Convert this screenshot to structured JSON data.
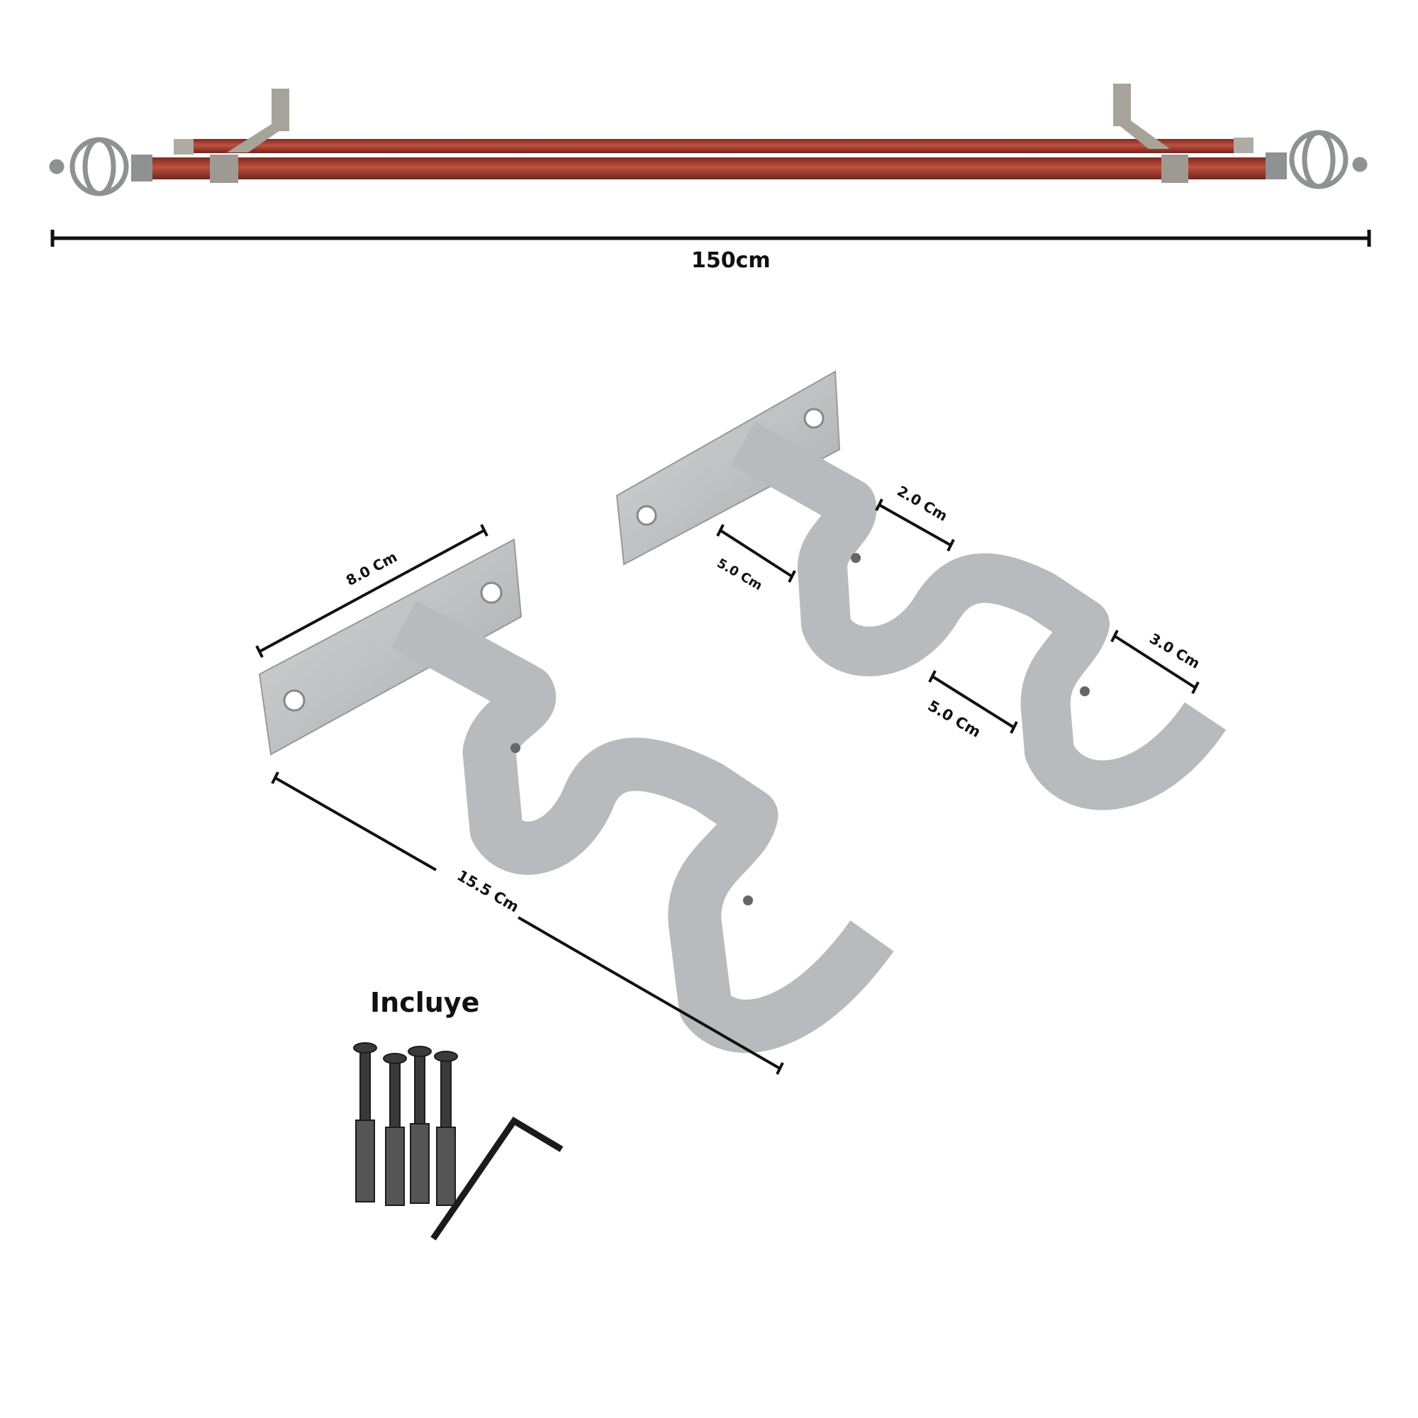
{
  "rod": {
    "length_label": "150cm"
  },
  "dimensions": {
    "plate_width": "8.0 Cm",
    "bracket_length": "15.5 Cm",
    "arm_depth_1": "5.0 Cm",
    "gap": "2.0 Cm",
    "hook_width": "3.0 Cm",
    "arm_depth_2": "5.0 Cm"
  },
  "includes": {
    "title": "Incluye",
    "items": [
      "screw-anchor",
      "screw-anchor",
      "screw-anchor",
      "screw-anchor",
      "hex-key"
    ]
  },
  "colors": {
    "rod": "#9b3a2e",
    "metal": "#b9bbbe",
    "line": "#111111"
  }
}
